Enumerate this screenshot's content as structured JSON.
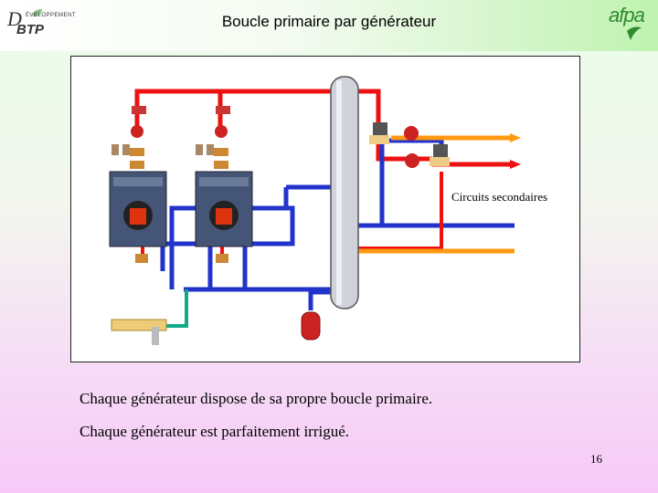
{
  "slide": {
    "title": "Boucle primaire par générateur",
    "logo_left": {
      "letter": "D",
      "sub": "ÉVELOPPEMENT",
      "brand": "BTP"
    },
    "logo_right": {
      "text": "afpa"
    },
    "diagram_label": "Circuits secondaires",
    "captions": [
      "Chaque générateur dispose de sa propre boucle primaire.",
      "Chaque générateur est parfaitement irrigué."
    ],
    "page_number": "16"
  },
  "colors": {
    "hot": "#ee1111",
    "cold": "#2233cc",
    "secondary": "#ff9911",
    "fill": "#11aa88",
    "boiler": "#445577",
    "bottle": "#cfd3d9"
  }
}
